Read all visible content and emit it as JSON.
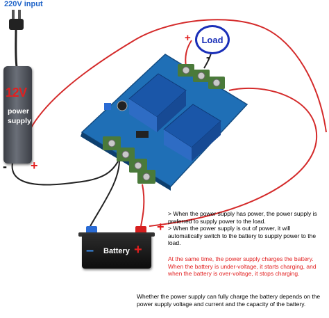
{
  "input_label": "220V input",
  "adapter": {
    "voltage": "12V",
    "line1": "power",
    "line2": "supply"
  },
  "load_label": "Load",
  "battery_label": "Battery",
  "signs": {
    "plus": "+",
    "minus": "-",
    "battery_minus": "–"
  },
  "colors": {
    "wire": "#d42a2a",
    "positive": "#e21f1f",
    "load_ring": "#1a2fb8",
    "title": "#1e63c8",
    "board": "#1f6fb6"
  },
  "description": {
    "para1": "> When the power supply has power, the power supply is preferred to supply power to the load.",
    "para2": "> When the power supply is out of power, it will automatically switch to the battery to supply power to the load.",
    "para3": "At the same time, the power supply charges the battery. When the battery is under-voltage, it starts charging, and when the battery is over-voltage, it stops charging.",
    "para4": "Whether the power supply can fully charge the battery depends on the power supply voltage and current and the capacity of the battery."
  }
}
